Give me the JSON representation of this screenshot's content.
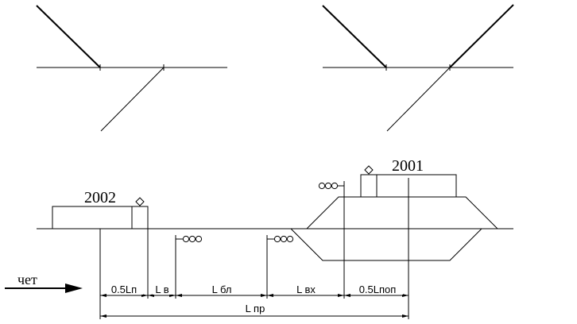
{
  "trains": {
    "left_number": "2002",
    "right_number": "2001"
  },
  "direction": {
    "label": "чет"
  },
  "dimensions": {
    "half_ln": "0.5Lп",
    "l_v": "L в",
    "l_bl": "L бл",
    "l_vx": "L вх",
    "half_lnon": "0.5Lпоп",
    "l_pr": "L пр"
  }
}
